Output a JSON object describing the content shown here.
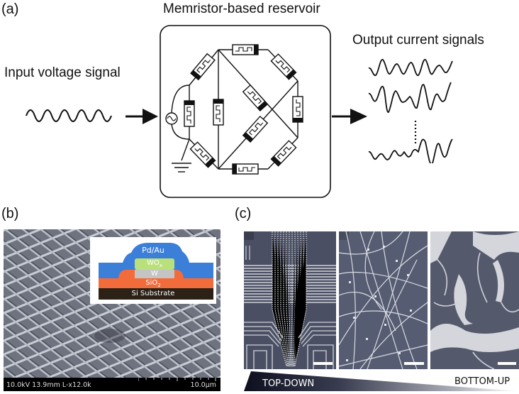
{
  "panel_a": {
    "label": "(a)",
    "reservoir_title": "Memristor-based reservoir",
    "input_label": "Input voltage signal",
    "output_label": "Output current signals"
  },
  "panel_b": {
    "label": "(b)",
    "sem_info": "10.0kV 13.9mm L-x12.0k",
    "scale_label": "10.0um",
    "inset_layers": {
      "top": "Pd/Au",
      "switching": "WOx",
      "bottom_electrode": "W",
      "oxide": "SiO2",
      "substrate": "Si Substrate"
    },
    "colors": {
      "pdau": "#3b7fd9",
      "wox": "#b9e07a",
      "w": "#c4c4c4",
      "sio2": "#f26b3a",
      "si": "#2b2116"
    }
  },
  "panel_c": {
    "label": "(c)",
    "gradient_left": "TOP-DOWN",
    "gradient_right": "BOTTOM-UP"
  }
}
